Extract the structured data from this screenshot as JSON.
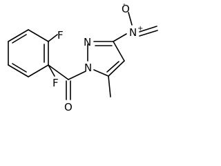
{
  "molecule": {
    "atoms": {
      "f_top": "F",
      "f_bottom": "F",
      "n_ring_top": "N",
      "n_ring_bottom": "N",
      "n_nitro": "N",
      "o_top": "O",
      "o_carbonyl": "O"
    },
    "charges": {
      "n_nitro": "+",
      "o_top": "-"
    }
  }
}
